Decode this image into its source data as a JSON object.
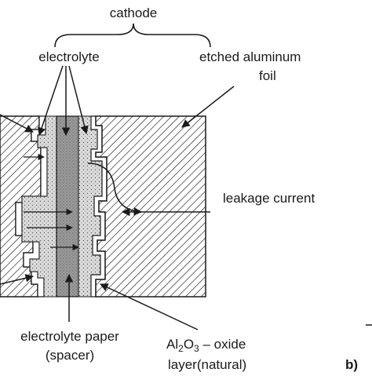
{
  "labels": {
    "cathode": "cathode",
    "electrolyte": "electrolyte",
    "foil_line1": "etched aluminum",
    "foil_line2": "foil",
    "leakage": "leakage current",
    "paper_line1": "electrolyte paper",
    "paper_line2": "(spacer)",
    "oxide_prefix": "Al",
    "oxide_sub2": "2",
    "oxide_mid": "O",
    "oxide_sub3": "3",
    "oxide_suffix": " – oxide",
    "oxide_line2": "layer(natural)",
    "panel": "b)"
  },
  "colors": {
    "line": "#1a1a1a",
    "paper_fill": "#9a9a9a",
    "dots_fill": "#d2d2d2",
    "oxide_fill": "#ffffff"
  }
}
